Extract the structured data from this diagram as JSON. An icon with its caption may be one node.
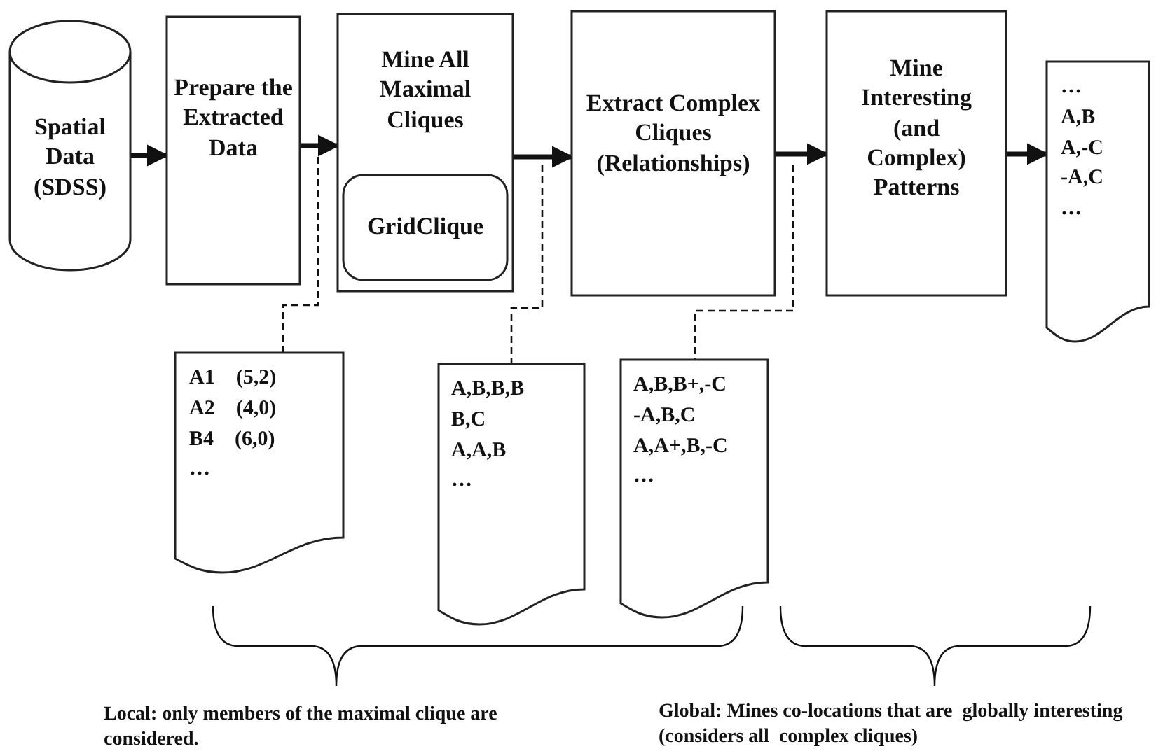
{
  "diagram": {
    "nodes": [
      {
        "text": [
          "Spatial Data (SDSS)"
        ]
      },
      {
        "text": [
          "Prepare the Extracted Data"
        ]
      },
      {
        "text": [
          "Mine All Maximal Cliques"
        ]
      },
      {
        "text": [
          "GridClique"
        ],
        "in": 2
      },
      {
        "text": [
          "Extract Complex Cliques (Relationships)"
        ]
      },
      {
        "text": [
          "Mine Interesting (and Complex) Patterns"
        ]
      },
      {
        "text": [
          "…",
          "A,B",
          "A,-C",
          "-A,C",
          "…"
        ]
      },
      {
        "text": [
          "A1 (5,2)",
          "A2 (4,0)",
          "B4 (6,0)",
          "…"
        ]
      },
      {
        "text": [
          "A,B,B,B",
          "B,C",
          "A,A,B",
          "…"
        ]
      },
      {
        "text": [
          "A,B,B+,-C",
          "-A,B,C",
          "A,A+,B,-C",
          "…"
        ]
      }
    ],
    "edges": [
      {
        "from": 0,
        "to": 1,
        "arrow": "to"
      },
      {
        "from": 1,
        "to": 2,
        "arrow": "to"
      },
      {
        "from": 2,
        "to": 4,
        "arrow": "to"
      },
      {
        "from": 4,
        "to": 5,
        "arrow": "to"
      },
      {
        "from": 5,
        "to": 6,
        "arrow": "to"
      },
      {
        "from": null,
        "to": 7,
        "arrow": "none",
        "style": "dashed"
      },
      {
        "from": null,
        "to": 8,
        "arrow": "none",
        "style": "dashed"
      },
      {
        "from": null,
        "to": 9,
        "arrow": "none",
        "style": "dashed"
      }
    ],
    "labels": [
      "Local: only members of the maximal clique are considered.",
      "Global: Mines co-locations that are  globally interesting (considers all  complex cliques)"
    ]
  }
}
